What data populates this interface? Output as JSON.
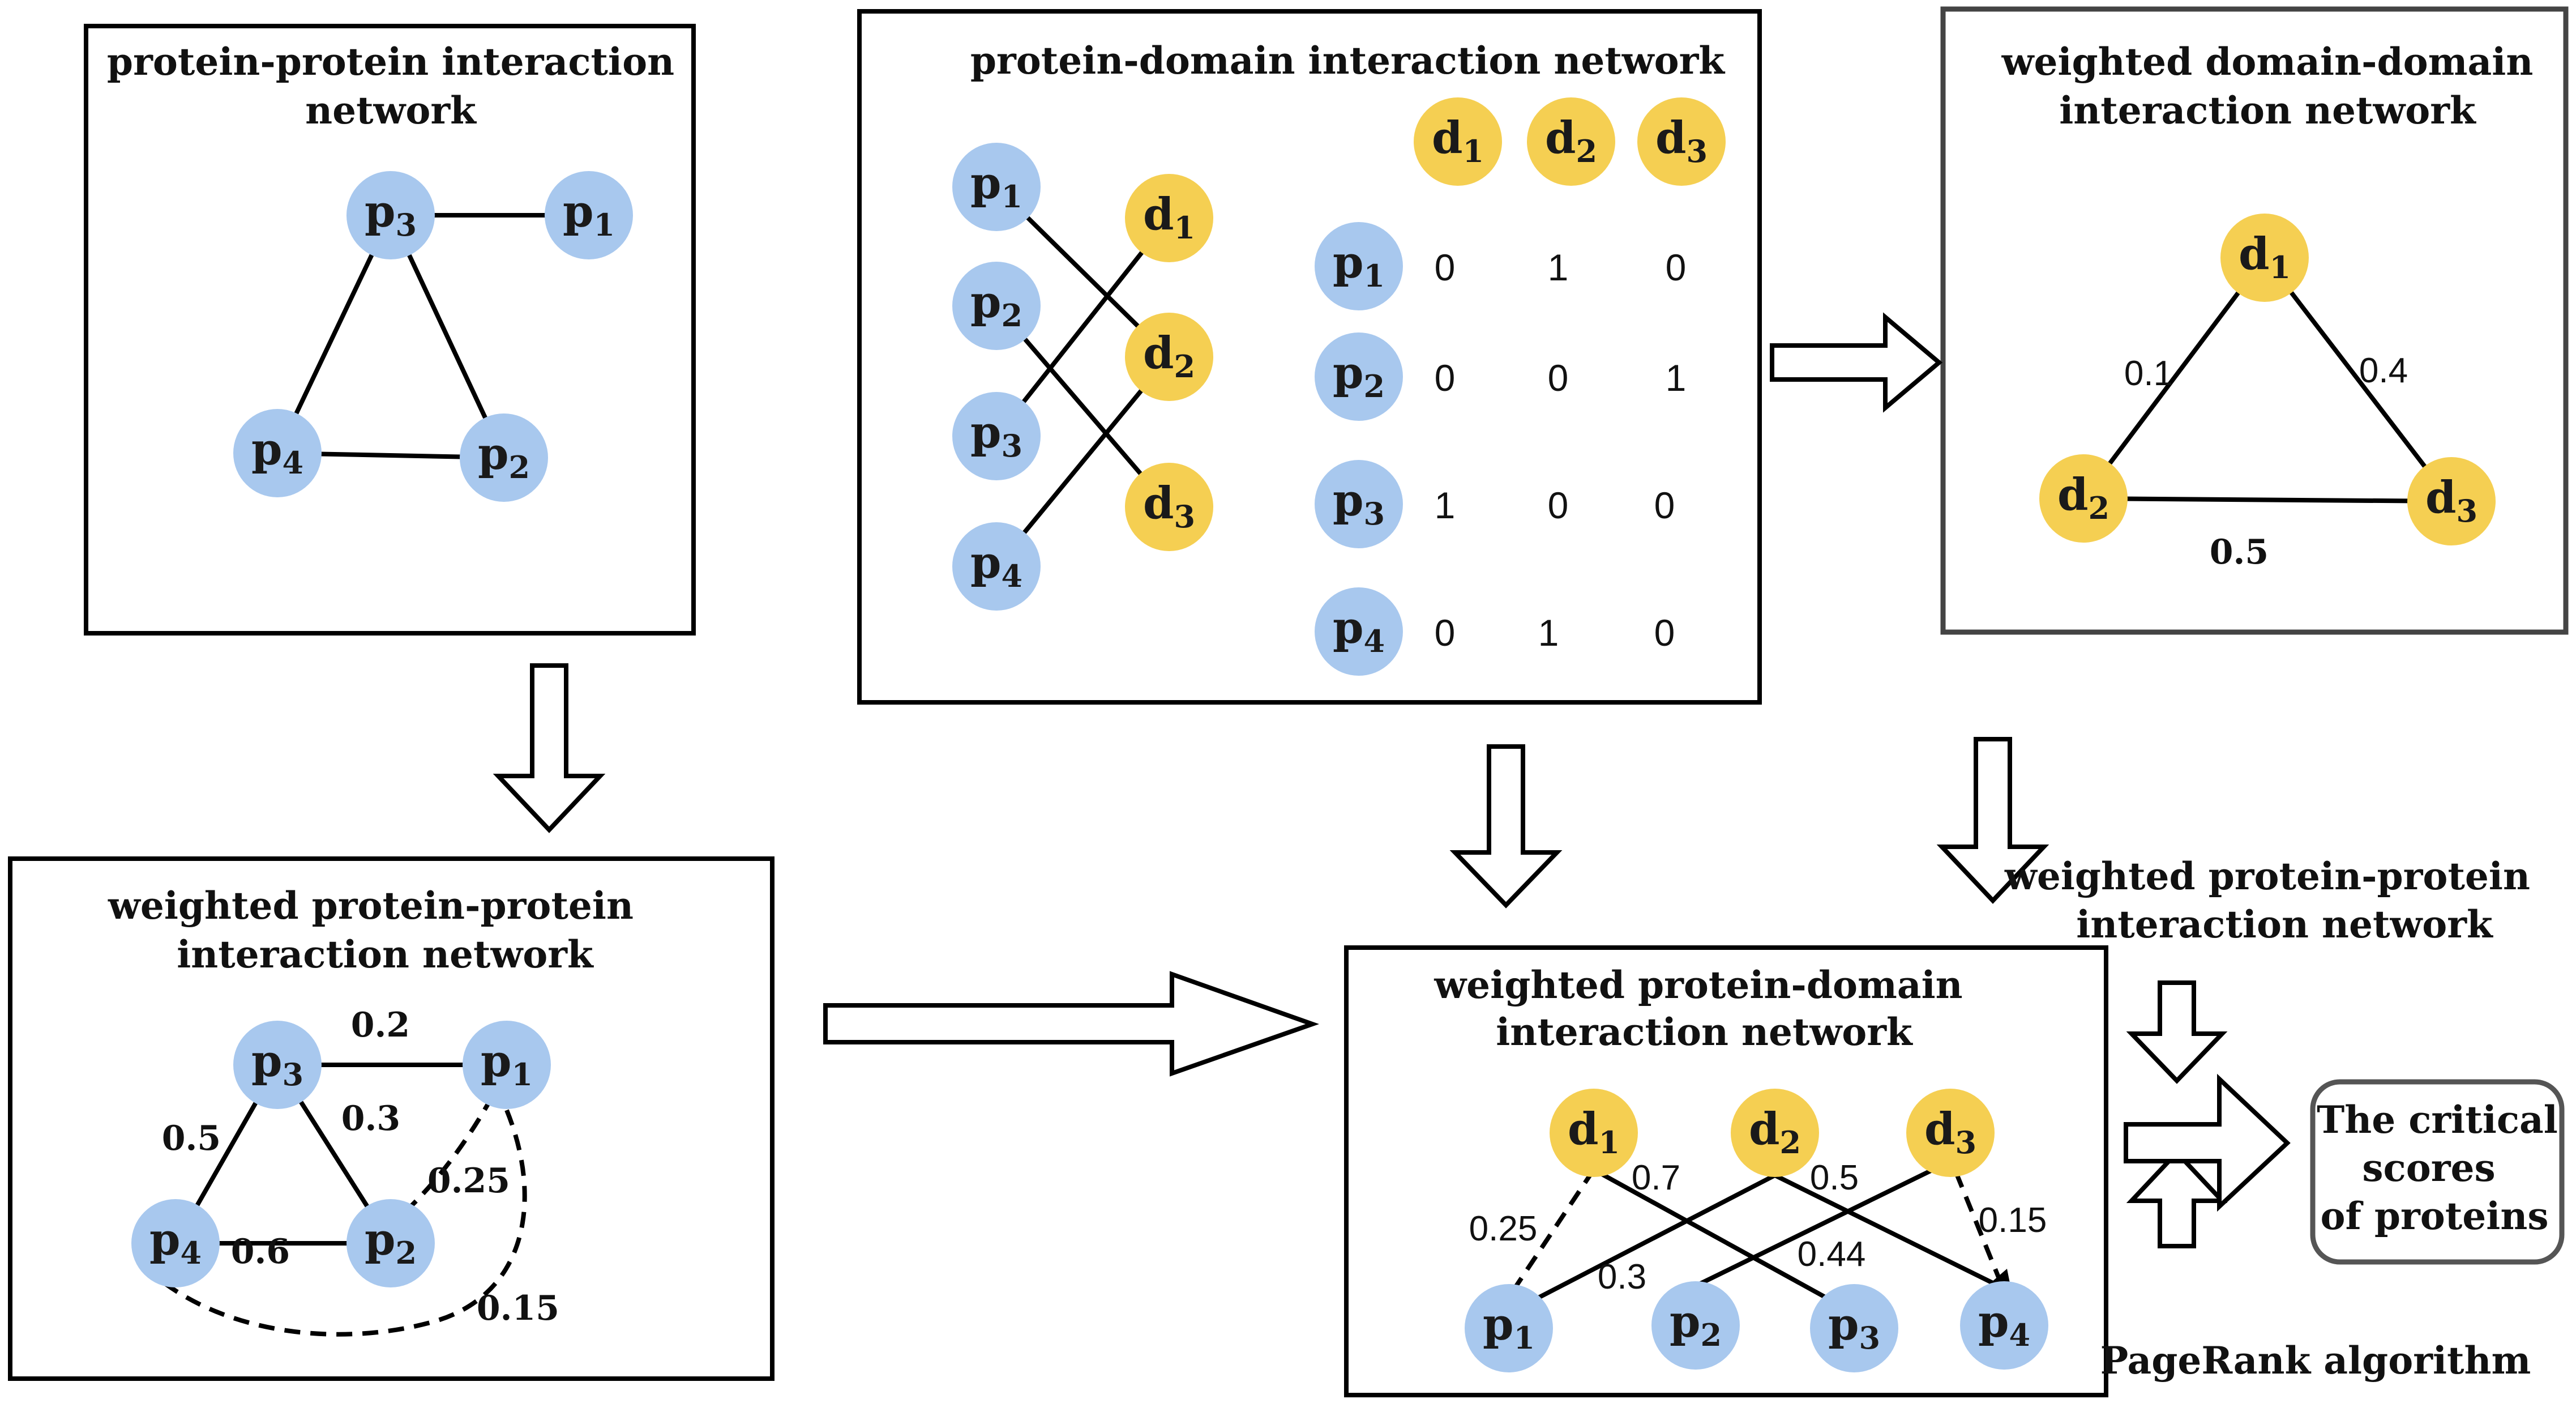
{
  "ppi": {
    "title_line1": "protein-protein interaction",
    "title_line2": "network",
    "nodes": {
      "p1": {
        "base": "p",
        "sub": "1",
        "color": "#a8c8ee"
      },
      "p2": {
        "base": "p",
        "sub": "2",
        "color": "#a8c8ee"
      },
      "p3": {
        "base": "p",
        "sub": "3",
        "color": "#a8c8ee"
      },
      "p4": {
        "base": "p",
        "sub": "4",
        "color": "#a8c8ee"
      }
    }
  },
  "pdi": {
    "title": "protein-domain interaction network",
    "proteins": [
      {
        "base": "p",
        "sub": "1"
      },
      {
        "base": "p",
        "sub": "2"
      },
      {
        "base": "p",
        "sub": "3"
      },
      {
        "base": "p",
        "sub": "4"
      }
    ],
    "domains": [
      {
        "base": "d",
        "sub": "1"
      },
      {
        "base": "d",
        "sub": "2"
      },
      {
        "base": "d",
        "sub": "3"
      }
    ],
    "matrix": {
      "columns": [
        {
          "base": "d",
          "sub": "1"
        },
        {
          "base": "d",
          "sub": "2"
        },
        {
          "base": "d",
          "sub": "3"
        }
      ],
      "rows": [
        {
          "base": "p",
          "sub": "1",
          "cells": [
            "0",
            "1",
            "0"
          ]
        },
        {
          "base": "p",
          "sub": "2",
          "cells": [
            "0",
            "0",
            "1"
          ]
        },
        {
          "base": "p",
          "sub": "3",
          "cells": [
            "1",
            "0",
            "0"
          ]
        },
        {
          "base": "p",
          "sub": "4",
          "cells": [
            "0",
            "1",
            "0"
          ]
        }
      ]
    }
  },
  "wddi": {
    "title_line1": "weighted domain-domain",
    "title_line2": "interaction network",
    "nodes": {
      "d1": {
        "base": "d",
        "sub": "1"
      },
      "d2": {
        "base": "d",
        "sub": "2"
      },
      "d3": {
        "base": "d",
        "sub": "3"
      }
    },
    "weights": {
      "d1_d2": "0.1",
      "d1_d3": "0.4",
      "d2_d3": "0.5"
    }
  },
  "wppi": {
    "title_line1": "weighted protein-protein",
    "title_line2": "interaction network",
    "nodes": {
      "p1": {
        "base": "p",
        "sub": "1"
      },
      "p2": {
        "base": "p",
        "sub": "2"
      },
      "p3": {
        "base": "p",
        "sub": "3"
      },
      "p4": {
        "base": "p",
        "sub": "4"
      }
    },
    "weights": {
      "p3_p1": "0.2",
      "p3_p2": "0.3",
      "p3_p4": "0.5",
      "p4_p2": "0.6",
      "p1_p2": "0.25",
      "p1_p4": "0.15"
    }
  },
  "wpdi": {
    "title_line1": "weighted protein-domain",
    "title_line2": "interaction network",
    "domains": [
      {
        "base": "d",
        "sub": "1"
      },
      {
        "base": "d",
        "sub": "2"
      },
      {
        "base": "d",
        "sub": "3"
      }
    ],
    "proteins": [
      {
        "base": "p",
        "sub": "1"
      },
      {
        "base": "p",
        "sub": "2"
      },
      {
        "base": "p",
        "sub": "3"
      },
      {
        "base": "p",
        "sub": "4"
      }
    ],
    "weights": {
      "d1_p1": "0.25",
      "d1_p3": "0.7",
      "d2_p1": "0.3",
      "d2_p4": "0.5",
      "d3_p2": "0.44",
      "d3_p4": "0.15"
    }
  },
  "side_label": {
    "line1": "weighted protein-protein",
    "line2": "interaction network"
  },
  "pagerank_label": "PageRank algorithm",
  "result": {
    "line1": "The critical",
    "line2": "scores",
    "line3": "of proteins"
  },
  "colors": {
    "protein": "#a8c8ee",
    "domain": "#f5cf52",
    "border": "#000000"
  }
}
